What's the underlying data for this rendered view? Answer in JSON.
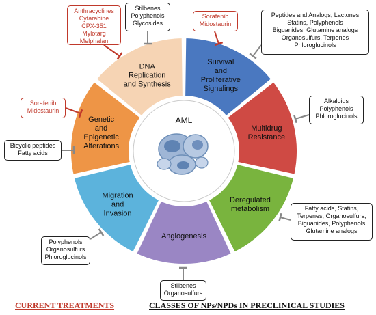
{
  "center_label": "AML",
  "segments": [
    {
      "id": "dna",
      "lines": [
        "DNA",
        "Replication",
        "and Synthesis"
      ],
      "color": "#f6d4b4"
    },
    {
      "id": "survival",
      "lines": [
        "Survival",
        "and",
        "Proliferative",
        "Signalings"
      ],
      "color": "#4a78c0"
    },
    {
      "id": "mdr",
      "lines": [
        "Multidrug",
        "Resistance"
      ],
      "color": "#cf4a44"
    },
    {
      "id": "metab",
      "lines": [
        "Deregulated",
        "metabolism"
      ],
      "color": "#79b43e"
    },
    {
      "id": "angio",
      "lines": [
        "Angiogenesis"
      ],
      "color": "#9a86c4"
    },
    {
      "id": "migr",
      "lines": [
        "Migration",
        "and",
        "Invasion"
      ],
      "color": "#5cb3dc"
    },
    {
      "id": "genetic",
      "lines": [
        "Genetic",
        "and",
        "Epigenetic",
        "Alterations"
      ],
      "color": "#ee9546"
    }
  ],
  "treatments": [
    {
      "id": "dna-treatments",
      "lines": [
        "Anthracyclines",
        "Cytarabine",
        "CPX-351",
        "Mylotarg",
        "Melphalan"
      ]
    },
    {
      "id": "survival-treatments",
      "lines": [
        "Sorafenib",
        "Midostaurin"
      ]
    },
    {
      "id": "genetic-treatments",
      "lines": [
        "Sorafenib",
        "Midostaurin"
      ]
    }
  ],
  "np_classes": [
    {
      "id": "dna-np",
      "lines": [
        "Stilbenes",
        "Polyphenols",
        "Glycosides"
      ]
    },
    {
      "id": "survival-np",
      "lines": [
        "Peptides and Analogs, Lactones",
        "Statins, Polyphenols",
        "Biguanides, Glutamine analogs",
        "Organosulfurs, Terpenes",
        "Phloroglucinols"
      ]
    },
    {
      "id": "mdr-np",
      "lines": [
        "Alkaloids",
        "Polyphenols",
        "Phloroglucinols"
      ]
    },
    {
      "id": "metab-np",
      "lines": [
        "Fatty acids, Statins,",
        "Terpenes, Organosulfurs,",
        "Biguanides, Polyphenols",
        "Glutamine analogs"
      ]
    },
    {
      "id": "angio-np",
      "lines": [
        "Stilbenes",
        "Organosulfurs"
      ]
    },
    {
      "id": "migr-np",
      "lines": [
        "Polyphenols",
        "Organosulfurs",
        "Phloroglucinols"
      ]
    },
    {
      "id": "genetic-np",
      "lines": [
        "Bicyclic peptides",
        "Fatty acids"
      ]
    }
  ],
  "footer": {
    "left": "CURRENT TREATMENTS",
    "right": "CLASSES OF NPs/NPDs IN PRECLINICAL STUDIES"
  },
  "colors": {
    "treatment": "#c0392b",
    "np_class": "#888888",
    "outline": "#999999"
  }
}
